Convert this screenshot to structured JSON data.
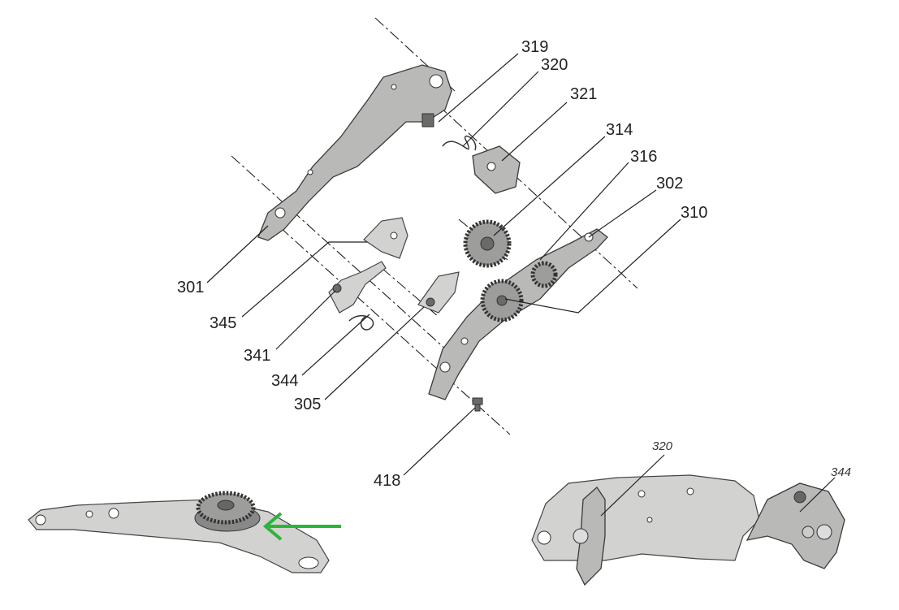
{
  "diagram": {
    "callouts": [
      {
        "id": "319",
        "text": "319"
      },
      {
        "id": "320",
        "text": "320"
      },
      {
        "id": "321",
        "text": "321"
      },
      {
        "id": "314",
        "text": "314"
      },
      {
        "id": "316",
        "text": "316"
      },
      {
        "id": "302",
        "text": "302"
      },
      {
        "id": "310",
        "text": "310"
      },
      {
        "id": "301",
        "text": "301"
      },
      {
        "id": "345",
        "text": "345"
      },
      {
        "id": "341",
        "text": "341"
      },
      {
        "id": "344",
        "text": "344"
      },
      {
        "id": "305",
        "text": "305"
      },
      {
        "id": "418",
        "text": "418"
      }
    ],
    "photo_callouts": [
      {
        "id": "320b",
        "text": "320"
      },
      {
        "id": "344b",
        "text": "344"
      }
    ],
    "arrow_color": "#2bb53a"
  }
}
